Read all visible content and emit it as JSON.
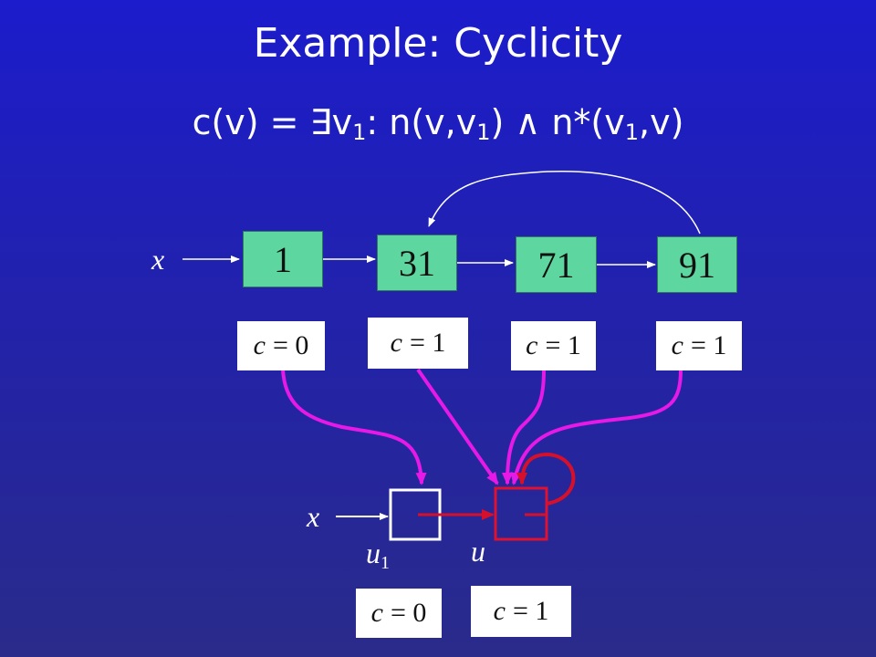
{
  "title": "Example: Cyclicity",
  "formula": {
    "head": "c(v) = ",
    "exists": "∃",
    "v1a": "v",
    "sub1a": "1",
    "mid": ": n(v,v",
    "sub1b": "1",
    "close": ") ",
    "and": "∧",
    "star": " n*(v",
    "sub1c": "1",
    "tail": ",v)"
  },
  "concrete": {
    "var_label": "x",
    "nodes": [
      "1",
      "31",
      "71",
      "91"
    ],
    "c_labels": [
      {
        "name": "c",
        "eq": "= 0"
      },
      {
        "name": "c",
        "eq": "= 1"
      },
      {
        "name": "c",
        "eq": "= 1"
      },
      {
        "name": "c",
        "eq": "= 1"
      }
    ]
  },
  "abstract": {
    "var_label": "x",
    "node_u1": "u",
    "node_u1_sub": "1",
    "node_u": "u",
    "c_labels": [
      {
        "name": "c",
        "eq": "= 0"
      },
      {
        "name": "c",
        "eq": "= 1"
      }
    ]
  },
  "colors": {
    "background_top": "#1c1ccc",
    "node_fill": "#5ed6a0",
    "mapping_arrow": "#e619e6",
    "summary_node": "#e01030",
    "summary_edge": "#d6102a"
  }
}
